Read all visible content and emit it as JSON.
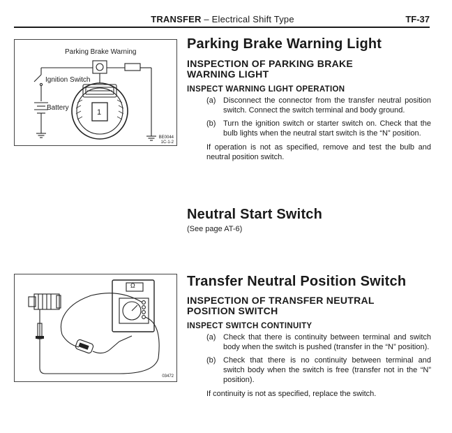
{
  "header": {
    "section": "TRANSFER",
    "dash": "–",
    "subtitle": "Electrical Shift Type",
    "page_code": "TF-37"
  },
  "figure1": {
    "label_parking": "Parking Brake Warning",
    "label_ignition": "Ignition Switch",
    "label_battery": "Battery",
    "gauge_digit": "1",
    "code_line1": "BE0044",
    "code_line2": "1C-1-2"
  },
  "figure2": {
    "meter_symbol": "Ω",
    "code": "03472"
  },
  "section1": {
    "title": "Parking Brake Warning Light",
    "subtitle_line1": "INSPECTION OF PARKING BRAKE",
    "subtitle_line2": "WARNING LIGHT",
    "step_heading": "INSPECT WARNING LIGHT OPERATION",
    "items": [
      {
        "marker": "(a)",
        "text": "Disconnect the connector from the transfer neutral position switch. Connect the switch terminal and body ground."
      },
      {
        "marker": "(b)",
        "text": "Turn the ignition switch or starter switch on. Check that the bulb lights when the neutral start switch is the “N” position."
      }
    ],
    "note": "If operation is not as specified, remove and test the bulb and neutral position switch."
  },
  "section2": {
    "title": "Neutral Start Switch",
    "see_page": "(See page AT-6)"
  },
  "section3": {
    "title": "Transfer Neutral Position Switch",
    "subtitle_line1": "INSPECTION OF TRANSFER NEUTRAL",
    "subtitle_line2": "POSITION SWITCH",
    "step_heading": "INSPECT SWITCH CONTINUITY",
    "items": [
      {
        "marker": "(a)",
        "text": "Check that there is continuity between terminal and switch body when the switch is pushed (transfer in the “N” position)."
      },
      {
        "marker": "(b)",
        "text": "Check that there is no continuity between terminal and switch body when the switch is free (transfer not in the “N” position)."
      }
    ],
    "note": "If continuity is not as specified, replace the switch."
  }
}
